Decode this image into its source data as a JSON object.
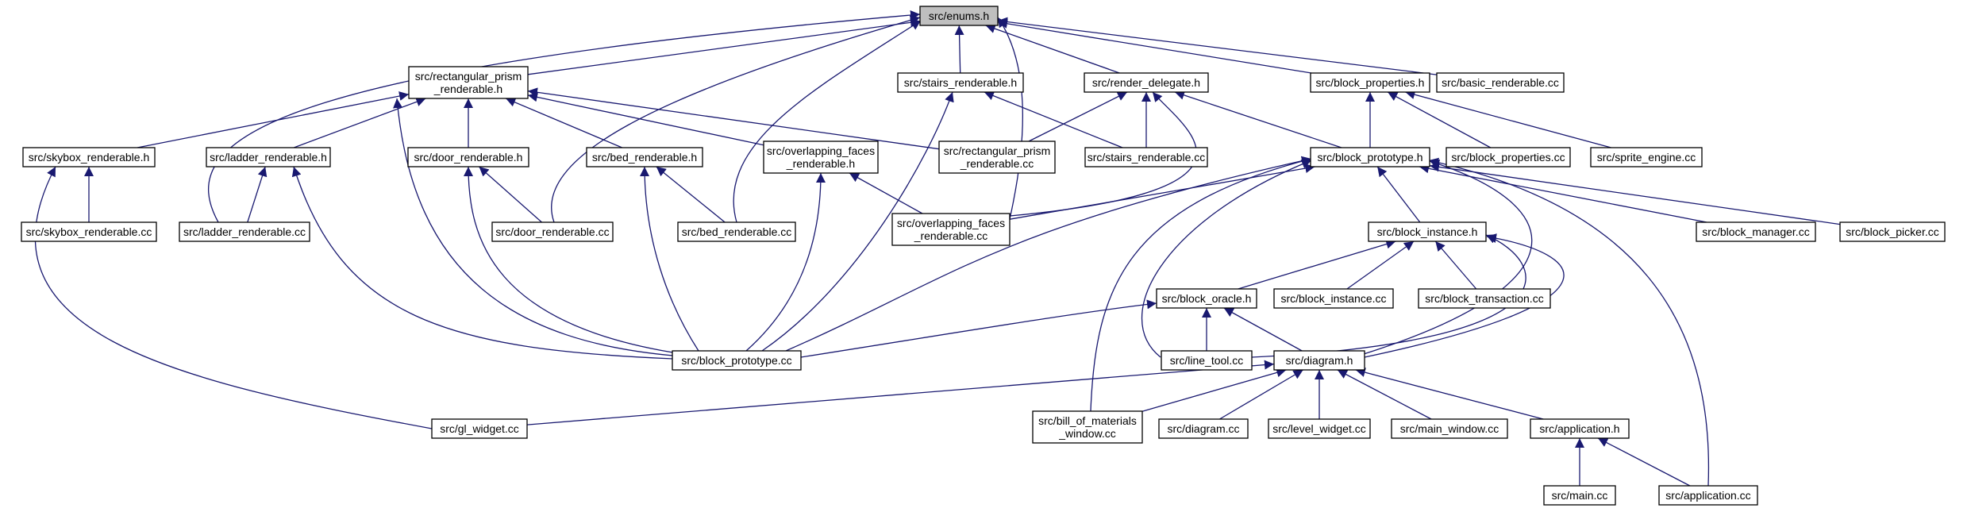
{
  "colors": {
    "edge": "#191970",
    "node_fill": "#ffffff",
    "root_fill": "#bfbfbf",
    "node_stroke": "#000000"
  },
  "nodes": [
    {
      "id": "enums_h",
      "lines": [
        "src/enums.h"
      ],
      "root": true
    },
    {
      "id": "rect_prism_h",
      "lines": [
        "src/rectangular_prism",
        "_renderable.h"
      ]
    },
    {
      "id": "stairs_h",
      "lines": [
        "src/stairs_renderable.h"
      ]
    },
    {
      "id": "render_delegate_h",
      "lines": [
        "src/render_delegate.h"
      ]
    },
    {
      "id": "block_properties_h",
      "lines": [
        "src/block_properties.h"
      ]
    },
    {
      "id": "basic_renderable_cc",
      "lines": [
        "src/basic_renderable.cc"
      ]
    },
    {
      "id": "skybox_h",
      "lines": [
        "src/skybox_renderable.h"
      ]
    },
    {
      "id": "ladder_h",
      "lines": [
        "src/ladder_renderable.h"
      ]
    },
    {
      "id": "door_h",
      "lines": [
        "src/door_renderable.h"
      ]
    },
    {
      "id": "bed_h",
      "lines": [
        "src/bed_renderable.h"
      ]
    },
    {
      "id": "overlapping_h",
      "lines": [
        "src/overlapping_faces",
        "_renderable.h"
      ]
    },
    {
      "id": "rect_prism_cc",
      "lines": [
        "src/rectangular_prism",
        "_renderable.cc"
      ]
    },
    {
      "id": "stairs_cc",
      "lines": [
        "src/stairs_renderable.cc"
      ]
    },
    {
      "id": "block_prototype_h",
      "lines": [
        "src/block_prototype.h"
      ]
    },
    {
      "id": "block_properties_cc",
      "lines": [
        "src/block_properties.cc"
      ]
    },
    {
      "id": "sprite_engine_cc",
      "lines": [
        "src/sprite_engine.cc"
      ]
    },
    {
      "id": "skybox_cc",
      "lines": [
        "src/skybox_renderable.cc"
      ]
    },
    {
      "id": "ladder_cc",
      "lines": [
        "src/ladder_renderable.cc"
      ]
    },
    {
      "id": "door_cc",
      "lines": [
        "src/door_renderable.cc"
      ]
    },
    {
      "id": "bed_cc",
      "lines": [
        "src/bed_renderable.cc"
      ]
    },
    {
      "id": "overlapping_cc",
      "lines": [
        "src/overlapping_faces",
        "_renderable.cc"
      ]
    },
    {
      "id": "block_instance_h",
      "lines": [
        "src/block_instance.h"
      ]
    },
    {
      "id": "block_manager_cc",
      "lines": [
        "src/block_manager.cc"
      ]
    },
    {
      "id": "block_picker_cc",
      "lines": [
        "src/block_picker.cc"
      ]
    },
    {
      "id": "block_oracle_h",
      "lines": [
        "src/block_oracle.h"
      ]
    },
    {
      "id": "block_instance_cc",
      "lines": [
        "src/block_instance.cc"
      ]
    },
    {
      "id": "block_transaction_cc",
      "lines": [
        "src/block_transaction.cc"
      ]
    },
    {
      "id": "block_prototype_cc",
      "lines": [
        "src/block_prototype.cc"
      ]
    },
    {
      "id": "line_tool_cc",
      "lines": [
        "src/line_tool.cc"
      ]
    },
    {
      "id": "diagram_h",
      "lines": [
        "src/diagram.h"
      ]
    },
    {
      "id": "gl_widget_cc",
      "lines": [
        "src/gl_widget.cc"
      ]
    },
    {
      "id": "bom_window_cc",
      "lines": [
        "src/bill_of_materials",
        "_window.cc"
      ]
    },
    {
      "id": "diagram_cc",
      "lines": [
        "src/diagram.cc"
      ]
    },
    {
      "id": "level_widget_cc",
      "lines": [
        "src/level_widget.cc"
      ]
    },
    {
      "id": "main_window_cc",
      "lines": [
        "src/main_window.cc"
      ]
    },
    {
      "id": "application_h",
      "lines": [
        "src/application.h"
      ]
    },
    {
      "id": "main_cc",
      "lines": [
        "src/main.cc"
      ]
    },
    {
      "id": "application_cc",
      "lines": [
        "src/application.cc"
      ]
    }
  ],
  "edges": [
    [
      "rect_prism_h",
      "enums_h"
    ],
    [
      "stairs_h",
      "enums_h"
    ],
    [
      "render_delegate_h",
      "enums_h"
    ],
    [
      "block_properties_h",
      "enums_h"
    ],
    [
      "basic_renderable_cc",
      "enums_h"
    ],
    [
      "ladder_cc",
      "enums_h"
    ],
    [
      "door_cc",
      "enums_h"
    ],
    [
      "bed_cc",
      "enums_h"
    ],
    [
      "overlapping_cc",
      "enums_h"
    ],
    [
      "skybox_h",
      "rect_prism_h"
    ],
    [
      "ladder_h",
      "rect_prism_h"
    ],
    [
      "door_h",
      "rect_prism_h"
    ],
    [
      "bed_h",
      "rect_prism_h"
    ],
    [
      "overlapping_h",
      "rect_prism_h"
    ],
    [
      "rect_prism_cc",
      "rect_prism_h"
    ],
    [
      "block_prototype_cc",
      "rect_prism_h"
    ],
    [
      "skybox_cc",
      "skybox_h"
    ],
    [
      "gl_widget_cc",
      "skybox_h"
    ],
    [
      "ladder_cc",
      "ladder_h"
    ],
    [
      "block_prototype_cc",
      "ladder_h"
    ],
    [
      "door_cc",
      "door_h"
    ],
    [
      "block_prototype_cc",
      "door_h"
    ],
    [
      "bed_cc",
      "bed_h"
    ],
    [
      "block_prototype_cc",
      "bed_h"
    ],
    [
      "overlapping_cc",
      "overlapping_h"
    ],
    [
      "block_prototype_cc",
      "overlapping_h"
    ],
    [
      "stairs_cc",
      "stairs_h"
    ],
    [
      "block_prototype_cc",
      "stairs_h"
    ],
    [
      "rect_prism_cc",
      "render_delegate_h"
    ],
    [
      "stairs_cc",
      "render_delegate_h"
    ],
    [
      "overlapping_cc",
      "render_delegate_h"
    ],
    [
      "block_prototype_h",
      "render_delegate_h"
    ],
    [
      "block_prototype_h",
      "block_properties_h"
    ],
    [
      "block_properties_cc",
      "block_properties_h"
    ],
    [
      "sprite_engine_cc",
      "block_properties_h"
    ],
    [
      "overlapping_cc",
      "block_prototype_h"
    ],
    [
      "block_prototype_cc",
      "block_prototype_h"
    ],
    [
      "block_instance_h",
      "block_prototype_h"
    ],
    [
      "block_manager_cc",
      "block_prototype_h"
    ],
    [
      "block_picker_cc",
      "block_prototype_h"
    ],
    [
      "line_tool_cc",
      "block_prototype_h"
    ],
    [
      "diagram_h",
      "block_prototype_h"
    ],
    [
      "bom_window_cc",
      "block_prototype_h"
    ],
    [
      "application_cc",
      "block_prototype_h"
    ],
    [
      "block_oracle_h",
      "block_instance_h"
    ],
    [
      "block_instance_cc",
      "block_instance_h"
    ],
    [
      "block_transaction_cc",
      "block_instance_h"
    ],
    [
      "line_tool_cc",
      "block_instance_h"
    ],
    [
      "diagram_h",
      "block_instance_h"
    ],
    [
      "block_prototype_cc",
      "block_oracle_h"
    ],
    [
      "line_tool_cc",
      "block_oracle_h"
    ],
    [
      "diagram_h",
      "block_oracle_h"
    ],
    [
      "gl_widget_cc",
      "diagram_h"
    ],
    [
      "bom_window_cc",
      "diagram_h"
    ],
    [
      "diagram_cc",
      "diagram_h"
    ],
    [
      "level_widget_cc",
      "diagram_h"
    ],
    [
      "main_window_cc",
      "diagram_h"
    ],
    [
      "application_h",
      "diagram_h"
    ],
    [
      "main_cc",
      "application_h"
    ],
    [
      "application_cc",
      "application_h"
    ]
  ]
}
